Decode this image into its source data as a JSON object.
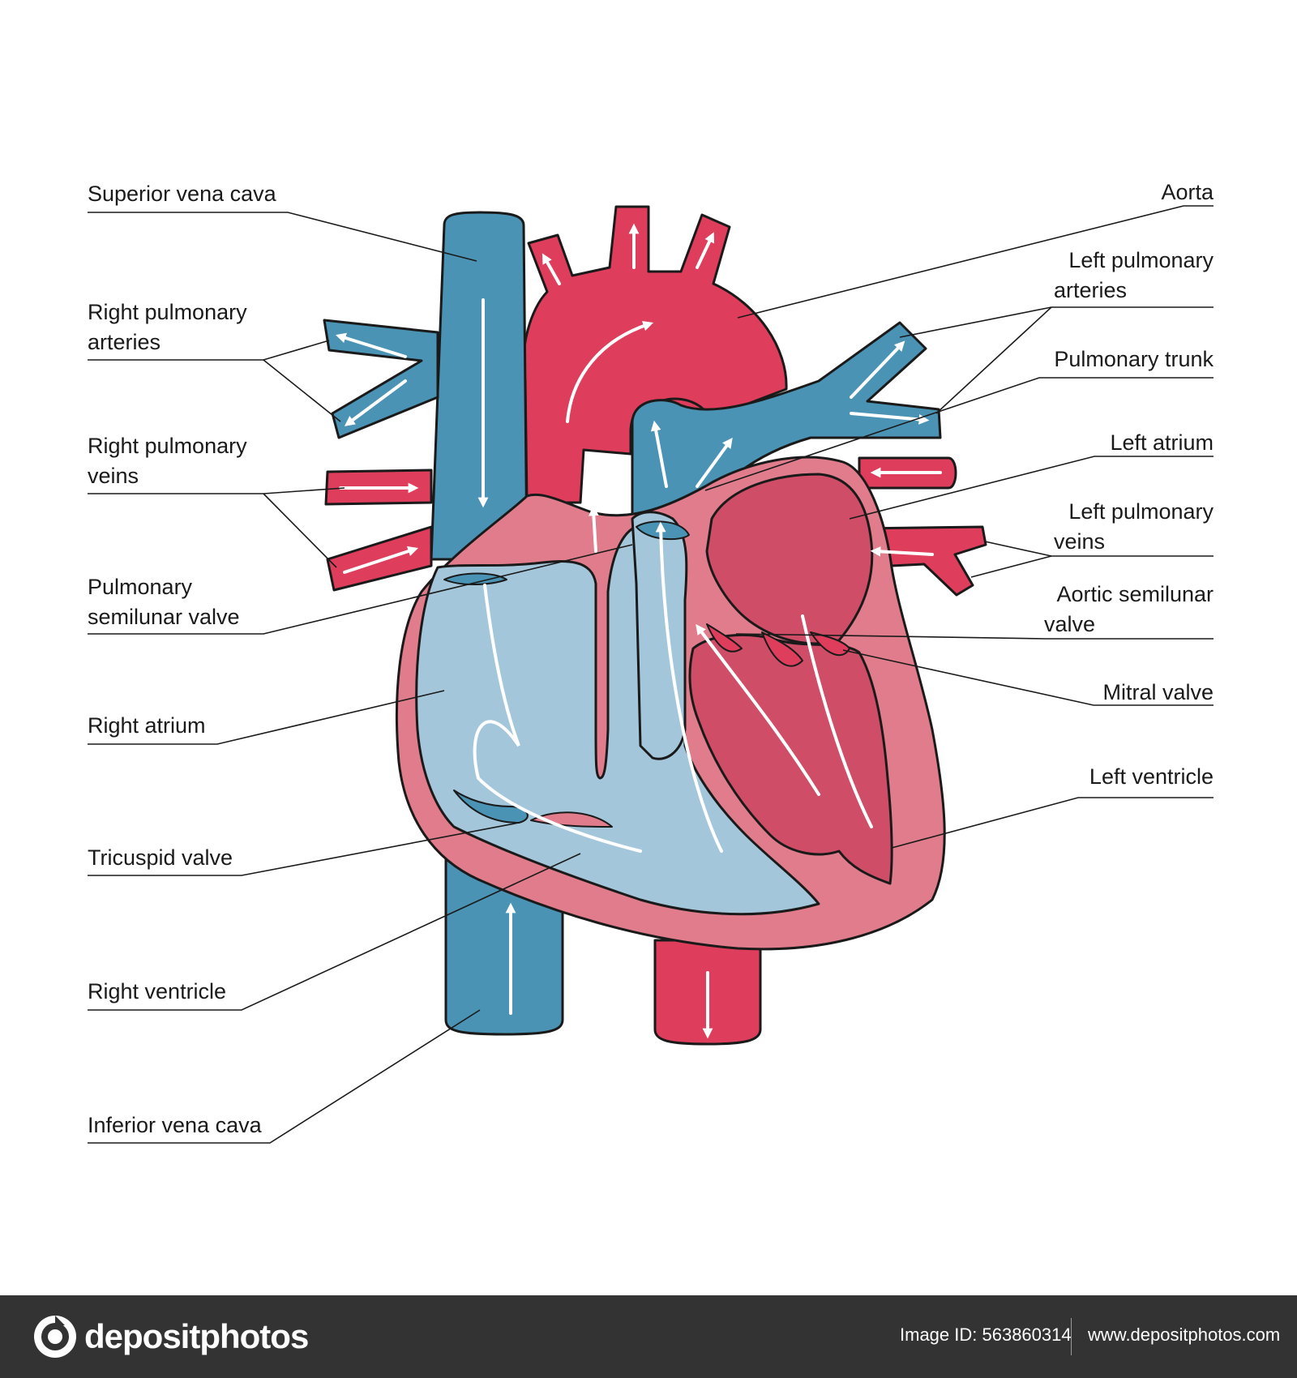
{
  "labels": {
    "superior_vena_cava": "Superior vena cava",
    "right_pulmonary_arteries": [
      "Right pulmonary",
      "arteries"
    ],
    "right_pulmonary_veins": [
      "Right pulmonary",
      "veins"
    ],
    "pulmonary_semilunar_valve": [
      "Pulmonary",
      "semilunar valve"
    ],
    "right_atrium": "Right atrium",
    "tricuspid_valve": "Tricuspid valve",
    "right_ventricle": "Right ventricle",
    "inferior_vena_cava": "Inferior vena cava",
    "aorta": "Aorta",
    "left_pulmonary_arteries": [
      "Left pulmonary",
      "arteries"
    ],
    "pulmonary_trunk": "Pulmonary trunk",
    "left_atrium": "Left atrium",
    "left_pulmonary_veins": [
      "Left pulmonary",
      "veins"
    ],
    "aortic_semilunar_valve": [
      "Aortic semilunar",
      "valve"
    ],
    "mitral_valve": "Mitral valve",
    "left_ventricle": "Left ventricle"
  },
  "colors": {
    "deoxygenated": "#4a93b5",
    "oxygenated": "#df3d5c",
    "right_chambers": "#a4c6da",
    "heart_wall": "#e07c8b",
    "left_chambers": "#cf4d67",
    "outline": "#1a1a1a"
  },
  "footer": {
    "brand": "depositphotos",
    "image_id": "Image ID: 563860314",
    "website": "www.depositphotos.com"
  }
}
